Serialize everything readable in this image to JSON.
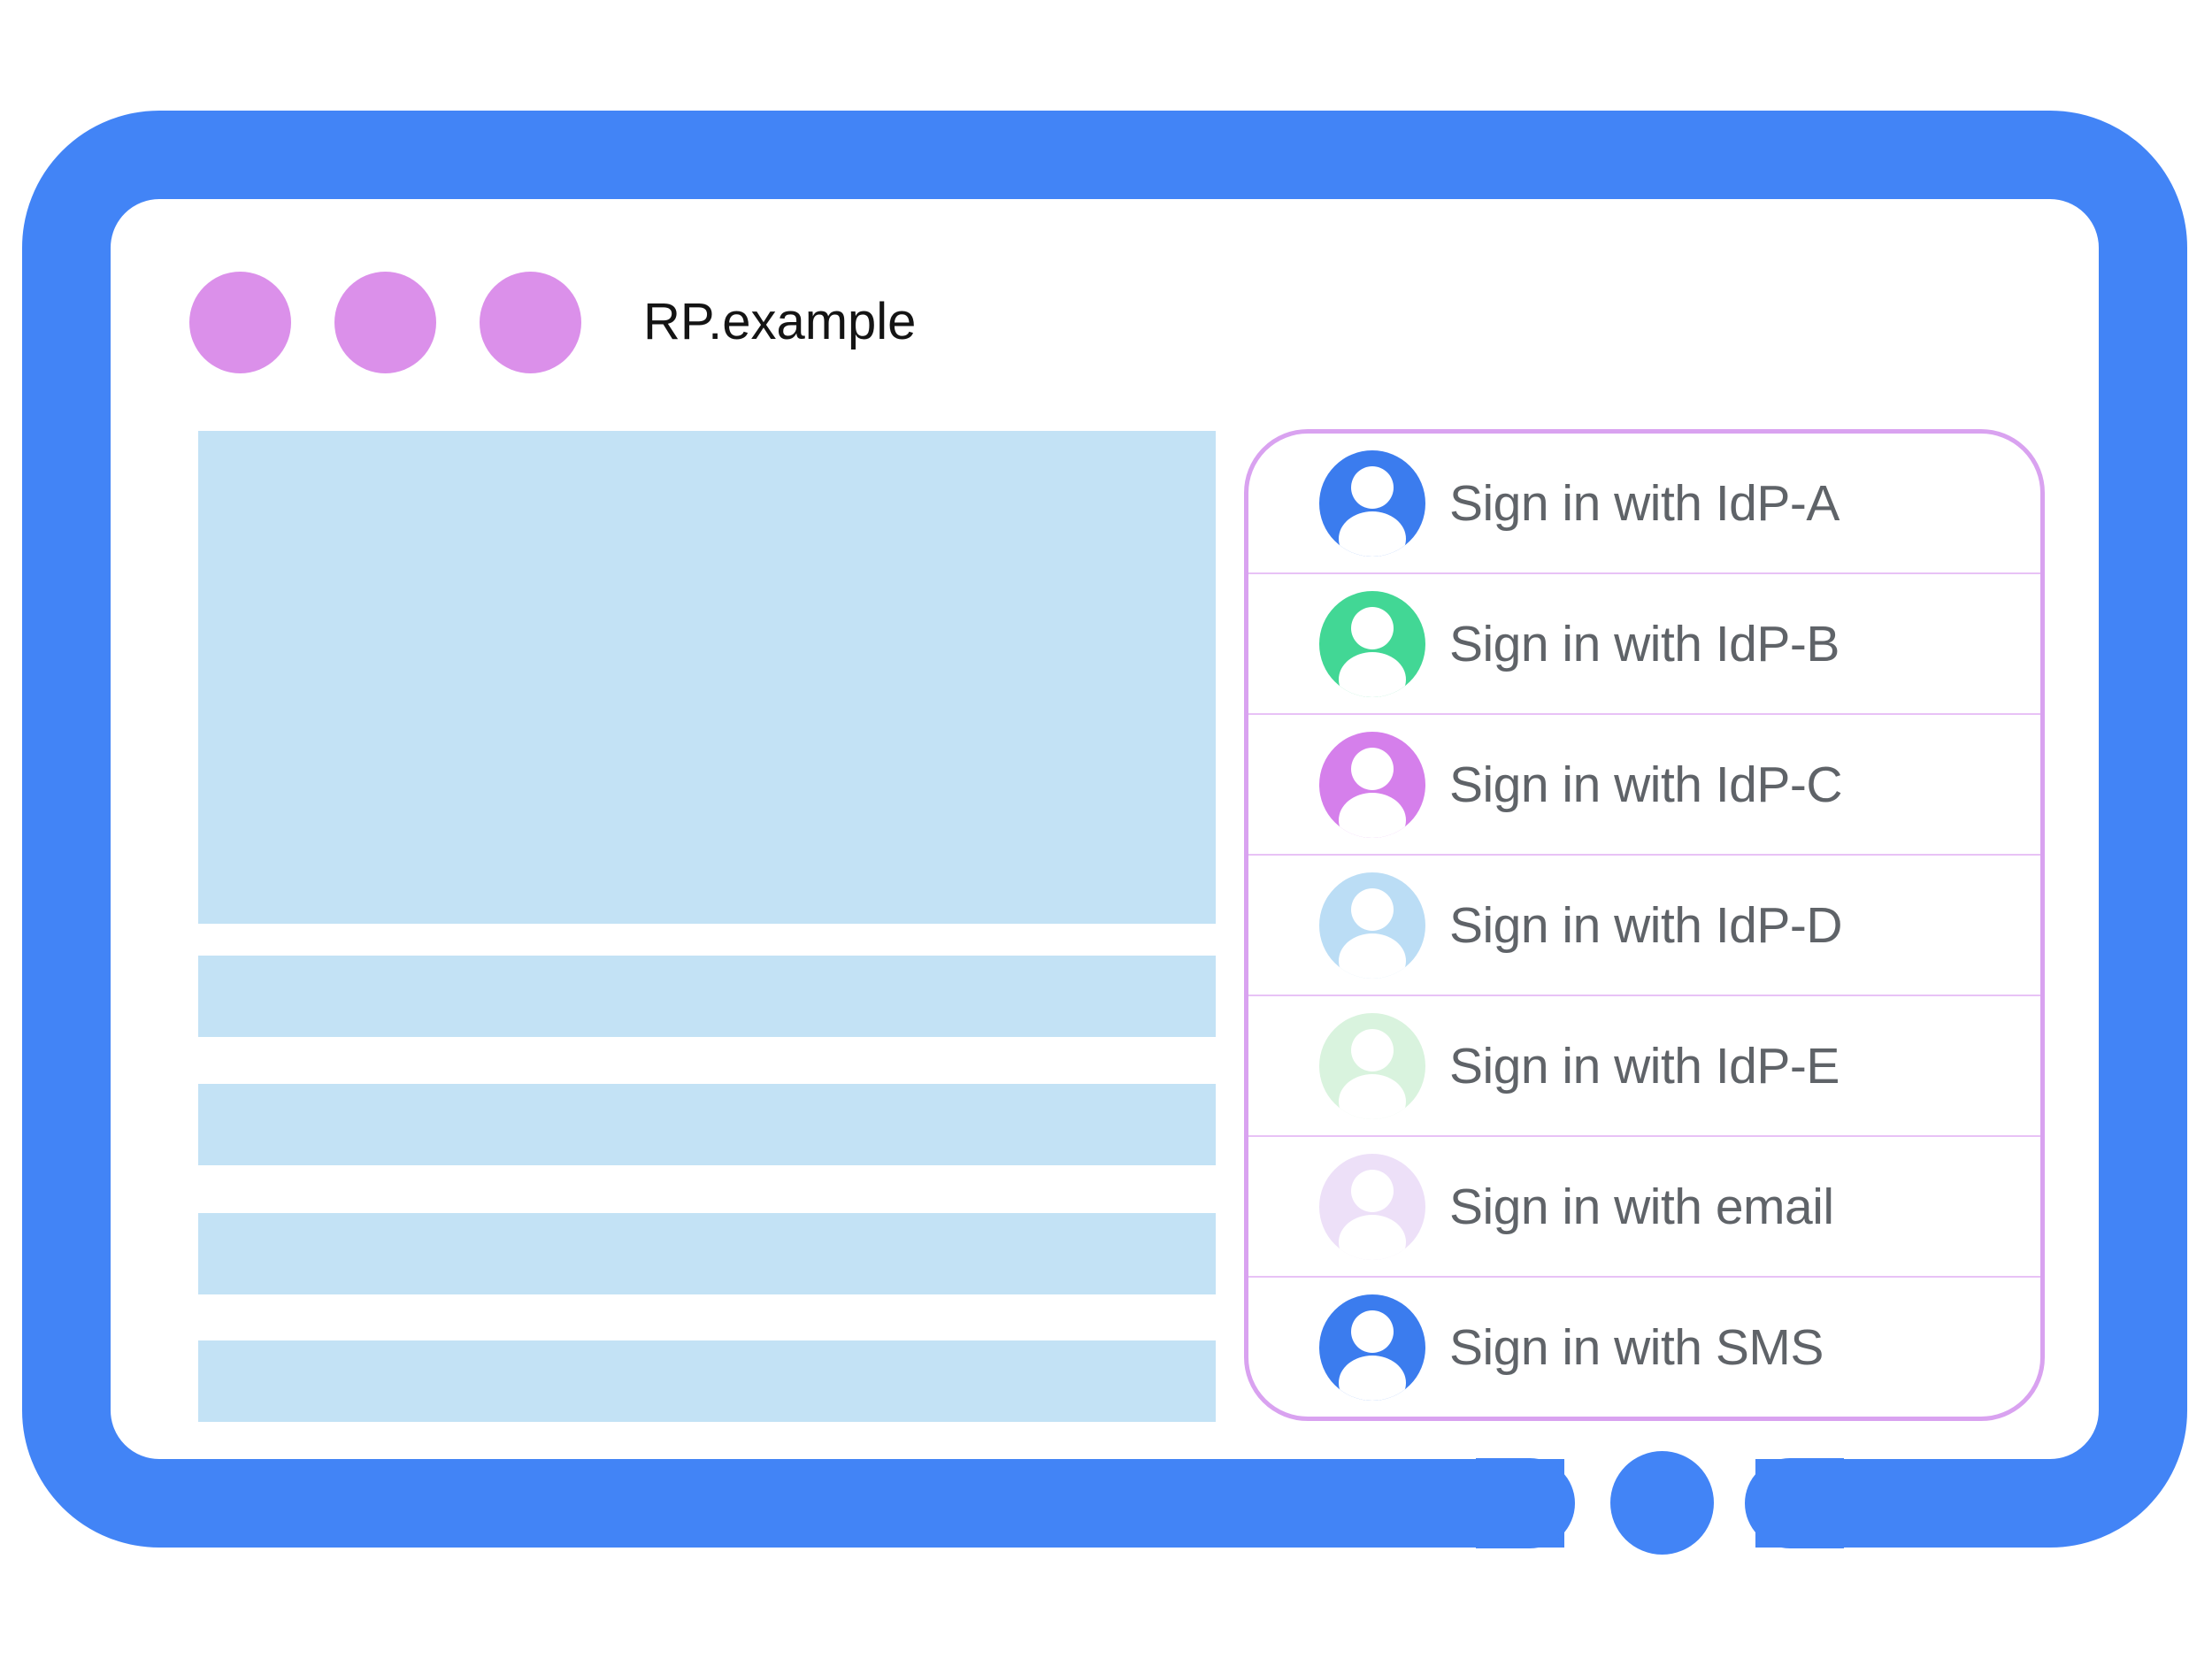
{
  "window": {
    "title": "RP.example"
  },
  "colors": {
    "frame": "#4284F6",
    "window_dot": "#DB90EA",
    "content_placeholder": "#C3E2F5",
    "panel_border": "#D9A2F0",
    "panel_divider": "#E8C2F6",
    "label_text": "#5F6368",
    "title_text": "#141414"
  },
  "signin_panel": {
    "options": [
      {
        "label": "Sign in with IdP-A",
        "avatar_icon": "person-icon",
        "avatar_color": "#3B7CEE"
      },
      {
        "label": "Sign in with IdP-B",
        "avatar_icon": "person-icon",
        "avatar_color": "#42D795"
      },
      {
        "label": "Sign in with IdP-C",
        "avatar_icon": "person-icon",
        "avatar_color": "#D57FEB"
      },
      {
        "label": "Sign in with IdP-D",
        "avatar_icon": "person-icon",
        "avatar_color": "#BBDDF5"
      },
      {
        "label": "Sign in with IdP-E",
        "avatar_icon": "person-icon",
        "avatar_color": "#D9F3DE"
      },
      {
        "label": "Sign in with email",
        "avatar_icon": "person-icon",
        "avatar_color": "#EDE0F8"
      },
      {
        "label": "Sign in with SMS",
        "avatar_icon": "person-icon",
        "avatar_color": "#3B7CEE"
      }
    ]
  }
}
